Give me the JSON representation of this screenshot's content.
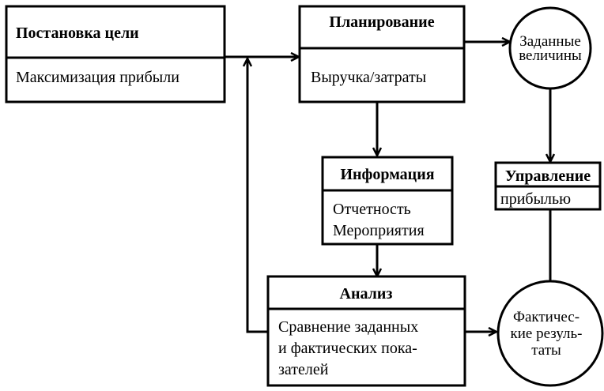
{
  "boxes": {
    "goal": {
      "title": "Постановка цели",
      "body": [
        "Максимизация прибыли"
      ]
    },
    "planning": {
      "title": "Планирование",
      "body": [
        "Выручка/затраты"
      ]
    },
    "information": {
      "title": "Информация",
      "body": [
        "Отчетность",
        "Мероприятия"
      ]
    },
    "analysis": {
      "title": "Анализ",
      "body": [
        "Сравнение заданных",
        "и фактических пока-",
        "зателей"
      ]
    },
    "management": {
      "title": "Управление",
      "body": [
        "прибылью"
      ]
    }
  },
  "circles": {
    "target": {
      "lines": [
        "Заданные",
        "величины"
      ]
    },
    "actual": {
      "lines": [
        "Фактичес-",
        "кие резуль-",
        "таты"
      ]
    }
  }
}
